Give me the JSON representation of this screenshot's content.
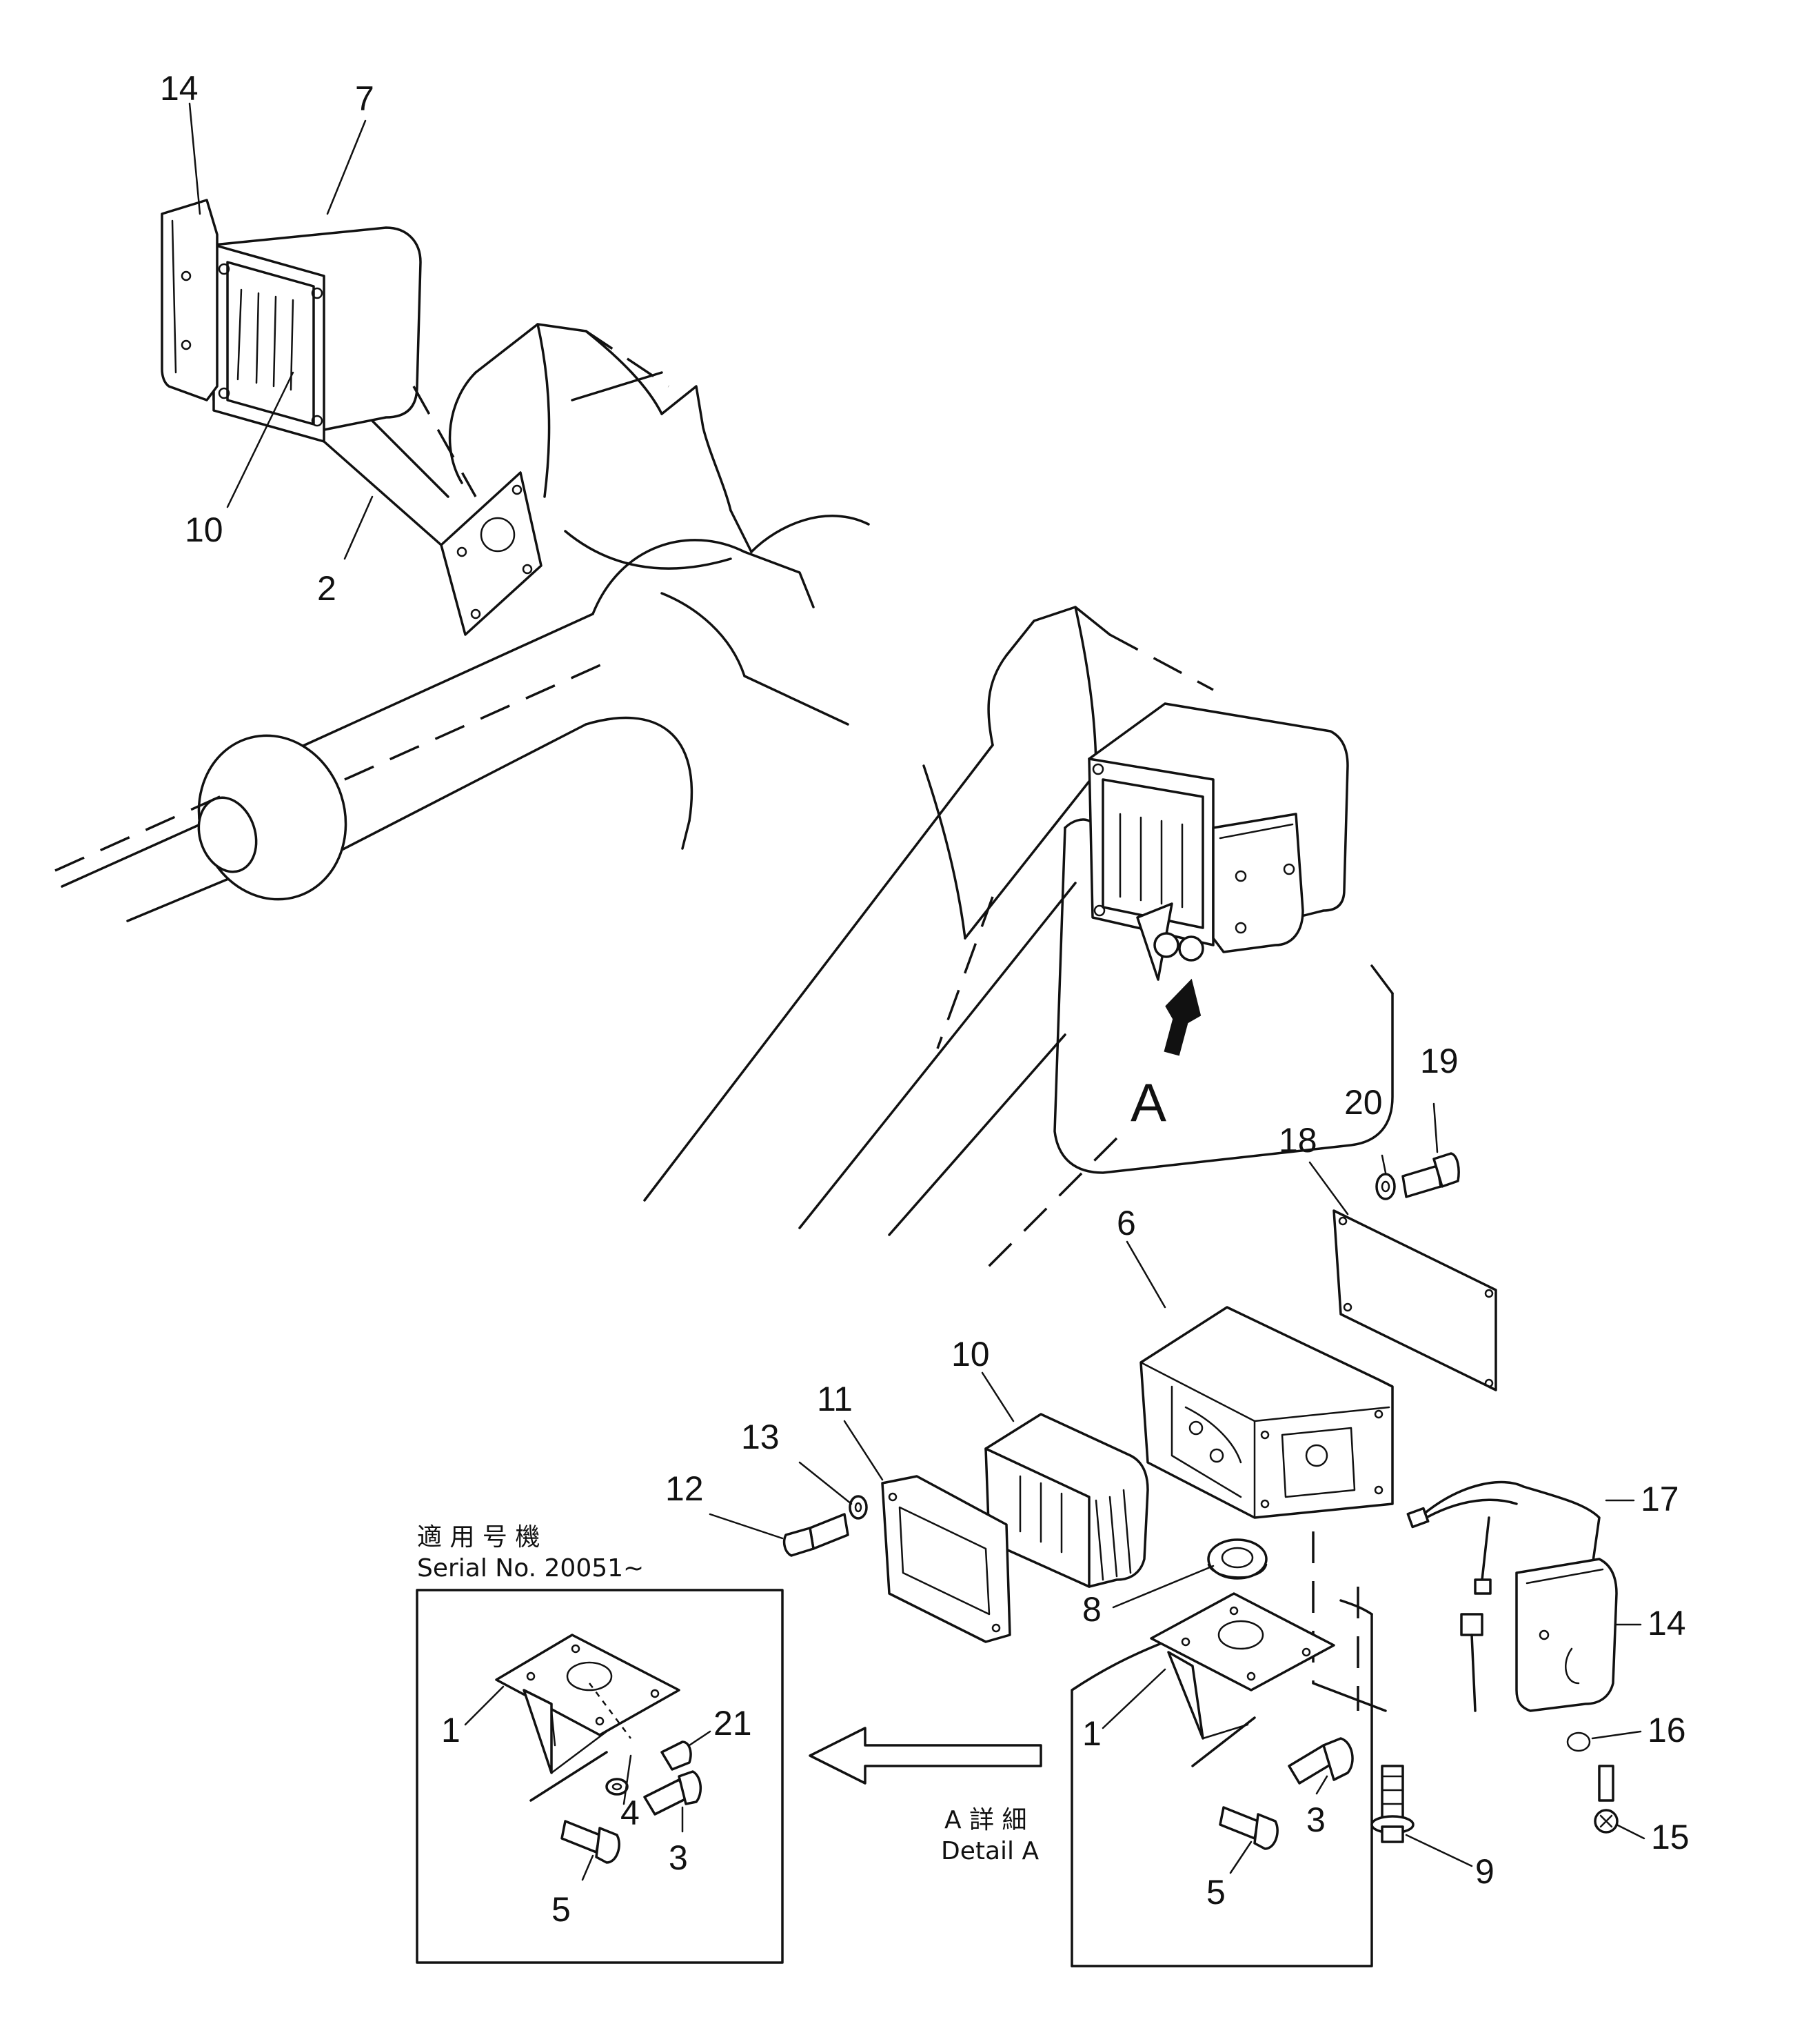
{
  "callouts": {
    "c1": "1",
    "c1b": "1",
    "c2": "2",
    "c3": "3",
    "c3b": "3",
    "c4": "4",
    "c5": "5",
    "c5b": "5",
    "c6": "6",
    "c7": "7",
    "c8": "8",
    "c9": "9",
    "c10": "10",
    "c10b": "10",
    "c11": "11",
    "c12": "12",
    "c13": "13",
    "c14": "14",
    "c14b": "14",
    "c15": "15",
    "c16": "16",
    "c17": "17",
    "c18": "18",
    "c19": "19",
    "c20": "20",
    "c21": "21"
  },
  "view_letter": "A",
  "serial_box": {
    "title_jp": "適 用 号 機",
    "serial": "Serial No. 20051~"
  },
  "detail": {
    "title_jp": "A 詳 細",
    "title_en": "Detail A"
  }
}
